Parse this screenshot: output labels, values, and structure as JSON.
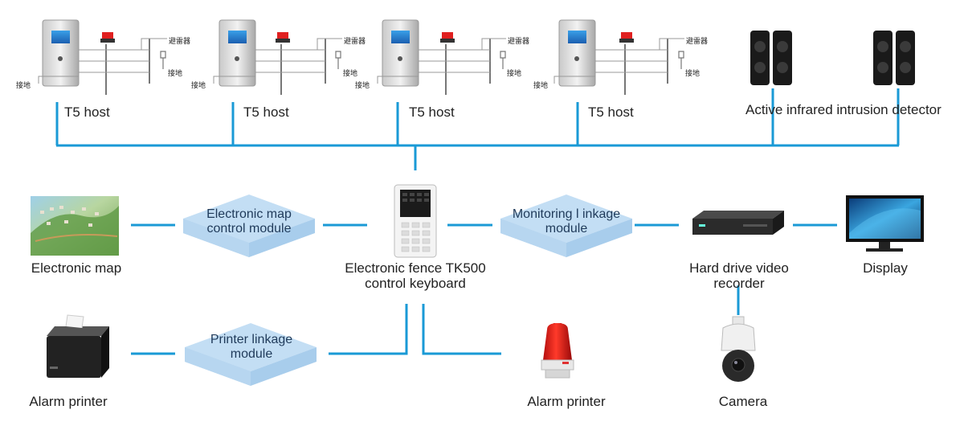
{
  "hosts": [
    {
      "label": "T5 host",
      "sensor_label": "避雷器",
      "ground_label_left": "接地",
      "ground_label_right": "接地"
    },
    {
      "label": "T5 host",
      "sensor_label": "避雷器",
      "ground_label_left": "接地",
      "ground_label_right": "接地"
    },
    {
      "label": "T5 host",
      "sensor_label": "避雷器",
      "ground_label_left": "接地",
      "ground_label_right": "接地"
    },
    {
      "label": "T5 host",
      "sensor_label": "避雷器",
      "ground_label_left": "接地",
      "ground_label_right": "接地"
    }
  ],
  "detector_label": "Active infrared intrusion detector",
  "keyboard_label": "Electronic fence TK500 control keyboard",
  "modules": {
    "map": "Electronic map control module",
    "monitoring": "Monitoring l inkage module",
    "printer": "Printer linkage module"
  },
  "devices": {
    "electronic_map": "Electronic map",
    "hdvr": "Hard drive video recorder",
    "display": "Display",
    "alarm_printer_left": "Alarm printer",
    "alarm_printer_right": "Alarm printer",
    "camera": "Camera"
  },
  "colors": {
    "line": "#1a9ad6",
    "module_fill": "#cfe6f7",
    "module_edge": "#a9cfee"
  }
}
